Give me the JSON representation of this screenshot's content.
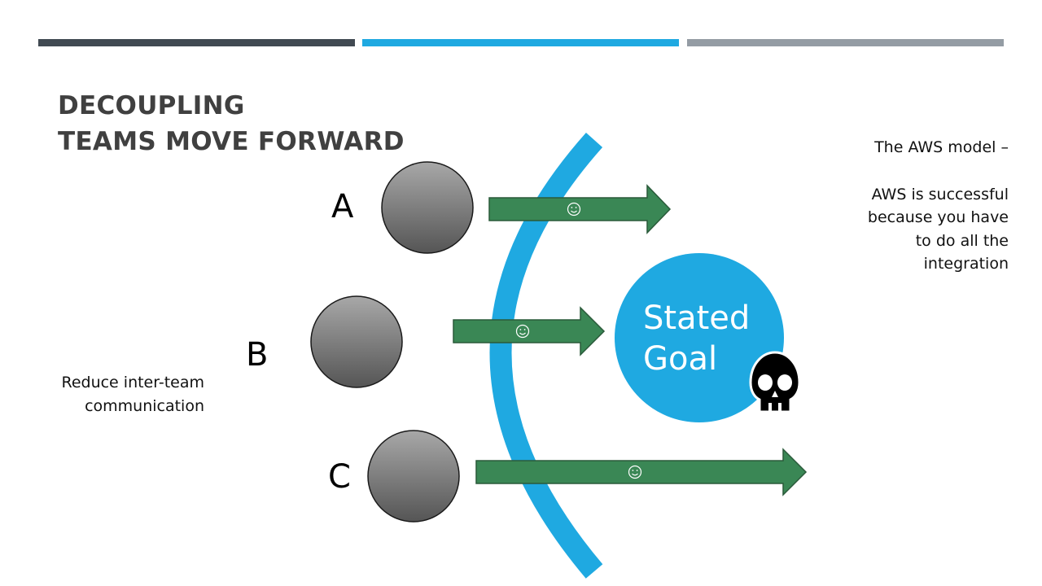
{
  "slide": {
    "accent_colors": {
      "dark": "#414a52",
      "blue": "#1fa9e1",
      "gray": "#949ca4",
      "arrow_green": "#3a8755"
    },
    "title_lines": [
      "DECOUPLING",
      "TEAMS MOVE FORWARD"
    ],
    "left_note": [
      "Reduce inter-team",
      "communication"
    ],
    "right_note": {
      "heading": "The AWS model –",
      "body_lines": [
        "AWS is successful",
        "because you have",
        "to do all the",
        "integration"
      ]
    }
  },
  "diagram": {
    "teams": [
      {
        "label": "A",
        "arrow_icon": "smiley-icon"
      },
      {
        "label": "B",
        "arrow_icon": "smiley-icon"
      },
      {
        "label": "C",
        "arrow_icon": "smiley-icon"
      }
    ],
    "goal_lines": [
      "Stated",
      "Goal"
    ],
    "goal_icon": "skull-icon"
  }
}
